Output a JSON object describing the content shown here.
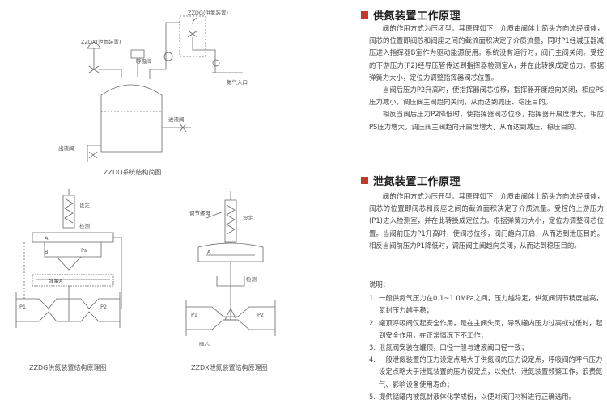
{
  "diagrams": {
    "zzdq": {
      "caption": "ZZDQ系统结构简图",
      "zzdx_label": "ZZDX(泄氮装置)",
      "zzdg_label": "ZZDG(供氮装置)",
      "breather": "呼吸阀",
      "n2_inlet": "氮气入口",
      "inlet_valve": "进液阀",
      "outlet_valve": "出液阀"
    },
    "zzdg": {
      "caption": "ZZDG供氮装置结构原理图",
      "setpoint": "设定",
      "check": "检测",
      "chamber_a": "A",
      "chamber_b": "B",
      "p1": "P1",
      "p2": "P2",
      "ps": "Ps",
      "spring_chamber": "弹簧A"
    },
    "zzdx": {
      "caption": "ZZDX泄氮装置结构原理图",
      "adjust_screw": "调节螺母",
      "setpoint": "设定",
      "check": "检测",
      "chamber_a": "A",
      "p1": "P1",
      "p2": "P2",
      "valve_core": "阀芯"
    }
  },
  "supply": {
    "title": "供氮装置工作原理",
    "paragraphs": [
      "阀的作用方式为压闭型。其原理如下：介质由阀体上箭头方向流经阀体，阀芯的位置即阀芯和阀座之间的截流面积决定了介质流量，同时P1经减压器减压进入指挥器B室作为驱动能源使用。系统没有运行时，阀门主阀关闭。受控的下游压力(P2)经导压管传送到指挥器检测室A，并在此转换成定位力。根据弹簧力大小，定位力调整指挥器阀芯位置。",
      "当阀后压力P2升高时，使指挥器阀芯位移，指挥器开度趋向关闭，相应PS压力减小，调压阀主阀趋向关闭，从而达到减压、稳压目的。",
      "相反当阀后压力P2降低时，使指挥器阀芯位移，指挥器开启度增大，相应PS压力增大，调压阀主阀趋向开启度增大，从而达到减压、稳压目的。"
    ]
  },
  "vent": {
    "title": "泄氮装置工作原理",
    "paragraphs": [
      "阀的作用方式为压开型。其原理如下：介质由阀体上箭头方向流经阀体，阀芯的位置即阀芯和阀座之间的截流面积决定了介质流量。受控的上游压力(P1)进入检测室，并在此转换成定位力。根据弹簧力大小，定位力调整阀芯位置。当阀前压力P1升高时，使阀芯位移，阀门趋向开启，从而达到泄压目的。相反当阀前压力P1降低时，调压阀主阀趋向关闭，从而达到稳压目的。"
    ]
  },
  "notes": {
    "label": "说明：",
    "items": [
      "一般供氮气压力在0.1~1.0MPa之间，压力越稳定，供氮阀调节精度越高，氮封压力越平稳；",
      "罐顶呼吸阀仅起安全作用，是在主阀失灵，导致罐内压力过高或过低时，起到安全作用，在正常情况下不工作；",
      "泄氮阀安装在罐顶，口径一般与进液阀口径一致；",
      "一般泄氮装置的压力设定点略大于供氮阀的压力设定点，呼吸阀的呼气压力设定点略大于泄氮装置的压力设定点，以免供、泄氮装置频繁工作，浪费氮气、影响设备使用寿命；",
      "提供储罐内被氮封液体化学成份，以便对阀门材料进行正确选用。"
    ]
  }
}
